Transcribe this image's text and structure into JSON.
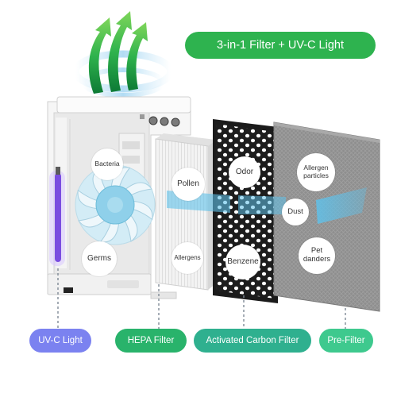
{
  "headline": "3-in-1 Filter + UV-C Light",
  "components": [
    {
      "label": "UV-C Light",
      "color": "#7b82f0"
    },
    {
      "label": "HEPA Filter",
      "color": "#29b36b"
    },
    {
      "label": "Activated Carbon Filter",
      "color": "#2fb08f"
    },
    {
      "label": "Pre-Filter",
      "color": "#3ec98e"
    }
  ],
  "particles": {
    "bacteria": "Bacteria",
    "germs": "Germs",
    "pollen": "Pollen",
    "allergens": "Allergens",
    "odor": "Odor",
    "benzene": "Benzene",
    "allergen_particles": "Allergen particles",
    "dust": "Dust",
    "pet_danders": "Pet danders"
  },
  "colors": {
    "headline_pill": "#2eb34f",
    "airflow_arrows": "#27b24a",
    "uv_light": "#7a4de0"
  }
}
